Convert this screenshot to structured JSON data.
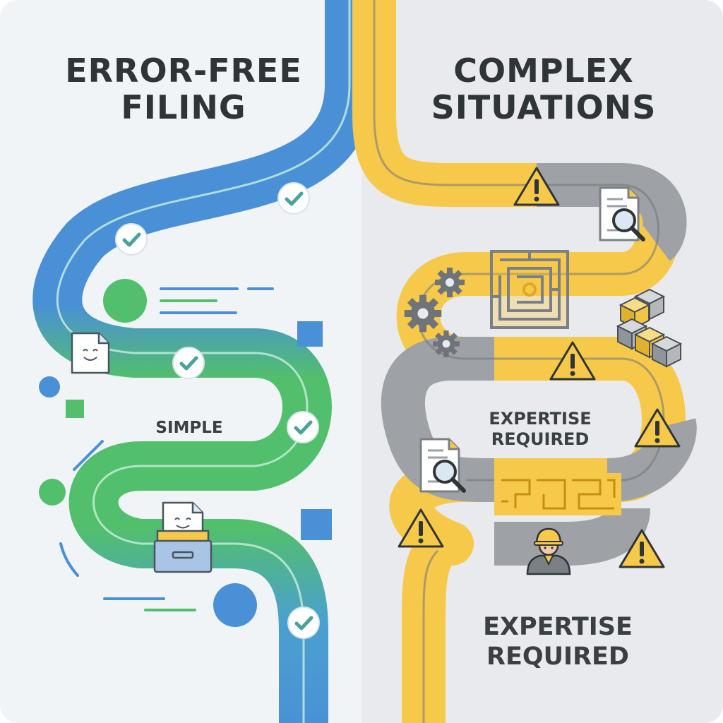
{
  "left": {
    "title_line1": "ERROR-FREE",
    "title_line2": "FILING",
    "path_label": "SIMPLE",
    "colors": {
      "blue": "#4a90d6",
      "green": "#52bf6c",
      "check": "#4aa39a"
    }
  },
  "right": {
    "title_line1": "COMPLEX",
    "title_line2": "SITUATIONS",
    "path_label_line1": "EXPERTISE",
    "path_label_line2": "REQUIRED",
    "bottom_label_line1": "EXPERTISE",
    "bottom_label_line2": "REQUIRED",
    "colors": {
      "yellow": "#f6c94a",
      "gray": "#9ea2a6",
      "warning": "#f6c94a"
    }
  },
  "icons": [
    "check-icon",
    "smiley-document-icon",
    "file-drawer-icon",
    "warning-icon",
    "magnifier-document-icon",
    "maze-icon",
    "gears-icon",
    "cubes-icon",
    "construction-worker-icon"
  ]
}
